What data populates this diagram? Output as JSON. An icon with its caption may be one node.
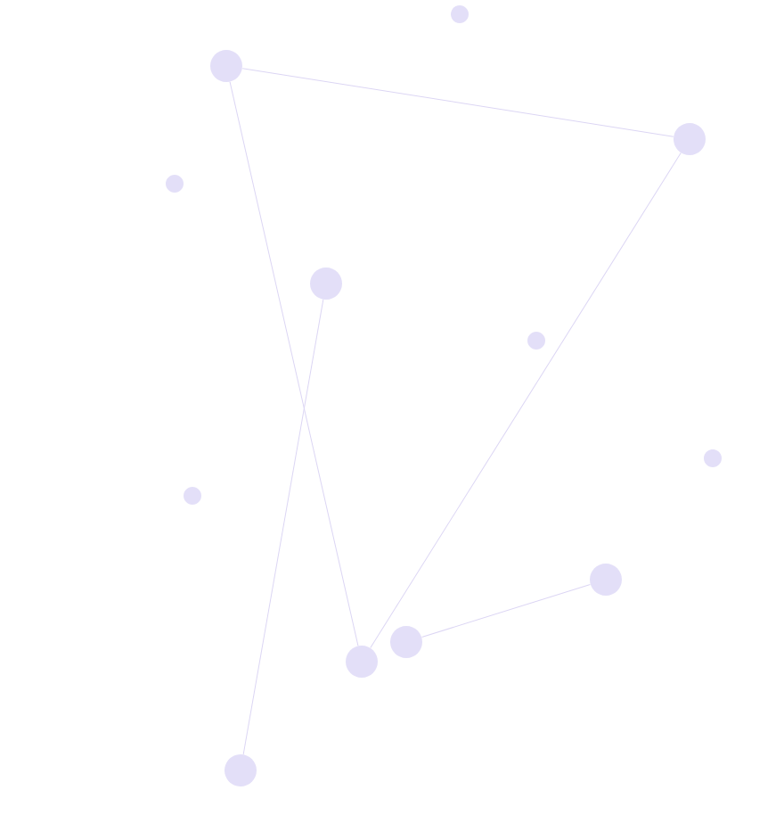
{
  "diagram": {
    "nodes": [
      {
        "text": [],
        "shape": "circle"
      },
      {
        "text": [],
        "shape": "circle"
      },
      {
        "text": [],
        "shape": "circle"
      },
      {
        "text": [],
        "shape": "circle"
      },
      {
        "text": [],
        "shape": "circle"
      },
      {
        "text": [],
        "shape": "circle"
      },
      {
        "text": [],
        "shape": "circle"
      },
      {
        "text": [],
        "shape": "circle"
      },
      {
        "text": [],
        "shape": "circle"
      },
      {
        "text": [],
        "shape": "circle"
      },
      {
        "text": [],
        "shape": "circle"
      },
      {
        "text": [],
        "shape": "circle"
      }
    ],
    "edges": [
      {
        "from": 1,
        "to": 2,
        "arrow": "none"
      },
      {
        "from": 1,
        "to": 10,
        "arrow": "none"
      },
      {
        "from": 2,
        "to": 10,
        "arrow": "none"
      },
      {
        "from": 4,
        "to": 11,
        "arrow": "none"
      },
      {
        "from": 9,
        "to": 8,
        "arrow": "none"
      }
    ]
  }
}
